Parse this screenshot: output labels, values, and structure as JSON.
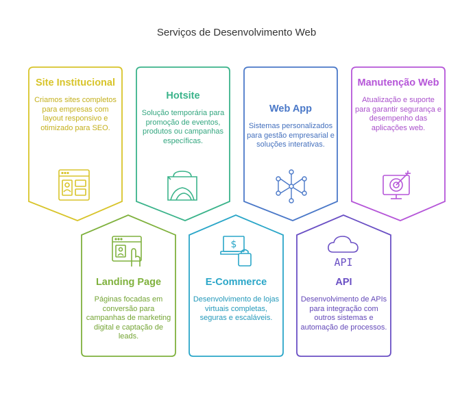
{
  "title": "Serviços de Desenvolvimento Web",
  "cards": [
    {
      "title": "Site Institucional",
      "description": "Criamos sites completos para empresas com layout responsivo e otimizado para SEO.",
      "color": "#d8c42a",
      "icon": "website-layout-icon"
    },
    {
      "title": "Hotsite",
      "description": "Solução temporária para promoção de eventos, produtos ou campanhas específicas.",
      "color": "#3ab38a",
      "icon": "landscape-frame-icon"
    },
    {
      "title": "Web App",
      "description": "Sistemas personalizados para gestão empresarial e soluções interativas.",
      "color": "#4a78c8",
      "icon": "network-nodes-icon"
    },
    {
      "title": "Manutenção Web",
      "description": "Atualização e suporte para garantir segurança e desempenho das aplicações web.",
      "color": "#b555d8",
      "icon": "monitor-target-icon"
    },
    {
      "title": "Landing Page",
      "description": "Páginas focadas em conversão para campanhas de marketing digital e captação de leads.",
      "color": "#7fb13d",
      "icon": "browser-click-icon"
    },
    {
      "title": "E-Commerce",
      "description": "Desenvolvimento de lojas virtuais completas, seguras e escaláveis.",
      "color": "#2aa6c8",
      "icon": "laptop-shopping-icon"
    },
    {
      "title": "API",
      "description": "Desenvolvimento de APIs para integração com outros sistemas e automação de processos.",
      "color": "#6a4fc4",
      "icon": "cloud-api-icon"
    }
  ],
  "icon_labels": {
    "api": "API"
  }
}
